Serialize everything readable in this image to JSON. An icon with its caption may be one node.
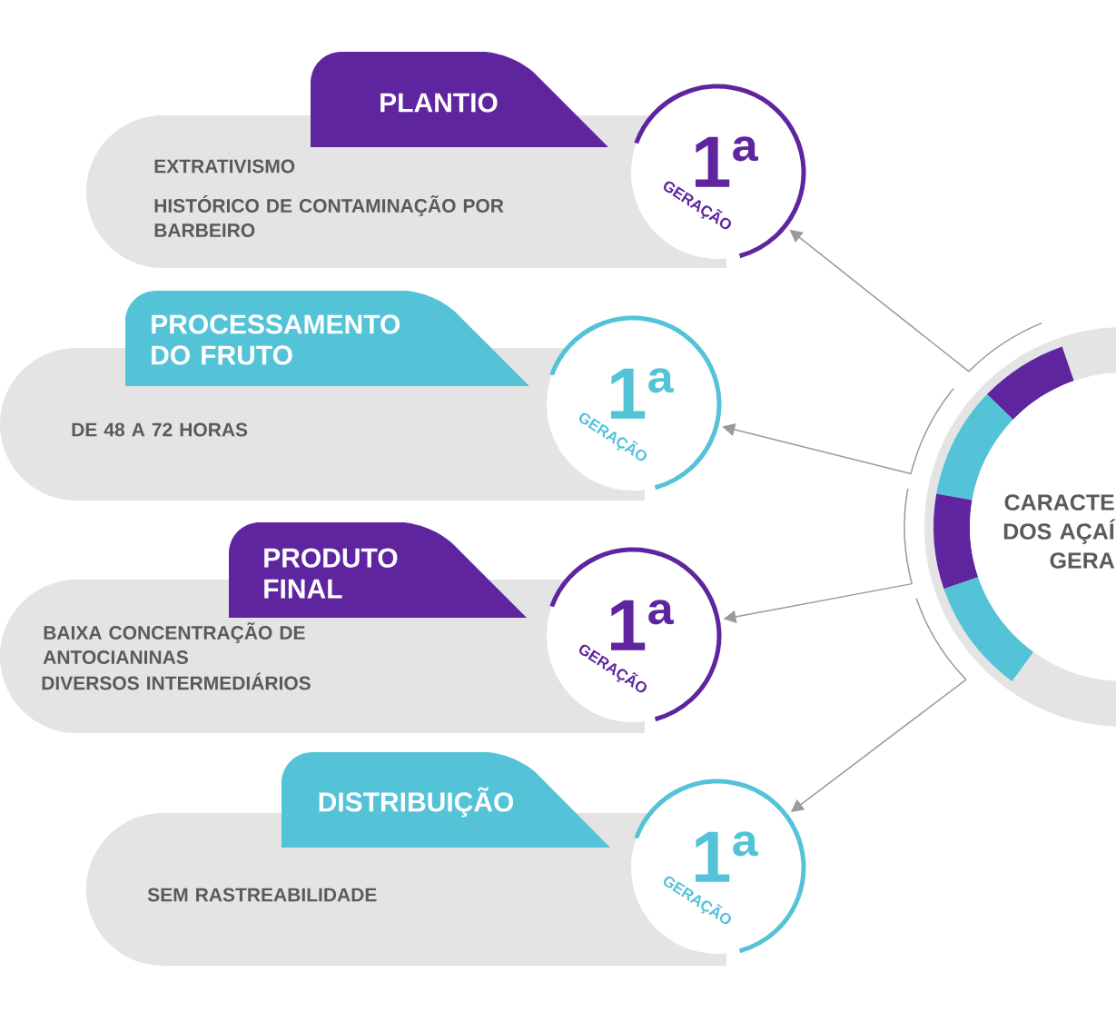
{
  "diagram": {
    "nodes": [
      {
        "text": [
          "PLANTIO",
          "EXTRATIVISMO",
          "HISTÓRICO DE CONTAMINAÇÃO POR BARBEIRO"
        ]
      },
      {
        "text": [
          "1ª",
          "GERAÇÃO"
        ]
      },
      {
        "text": [
          "PROCESSAMENTO DO FRUTO",
          "DE 48 A 72 HORAS"
        ]
      },
      {
        "text": [
          "1ª",
          "GERAÇÃO"
        ]
      },
      {
        "text": [
          "PRODUTO FINAL",
          "BAIXA CONCENTRAÇÃO DE ANTOCIANINAS",
          "DIVERSOS INTERMEDIÁRIOS"
        ]
      },
      {
        "text": [
          "1ª",
          "GERAÇÃO"
        ]
      },
      {
        "text": [
          "DISTRIBUIÇÃO",
          "SEM RASTREABILIDADE"
        ]
      },
      {
        "text": [
          "1ª",
          "GERAÇÃO"
        ]
      },
      {
        "text": [
          "CARACTE DOS AÇAÍ GERA"
        ]
      }
    ],
    "edges": [
      {
        "from": 8,
        "to": 1,
        "arrow": "to"
      },
      {
        "from": 8,
        "to": 3,
        "arrow": "to"
      },
      {
        "from": 8,
        "to": 5,
        "arrow": "to"
      },
      {
        "from": 8,
        "to": 7,
        "arrow": "to"
      }
    ]
  }
}
